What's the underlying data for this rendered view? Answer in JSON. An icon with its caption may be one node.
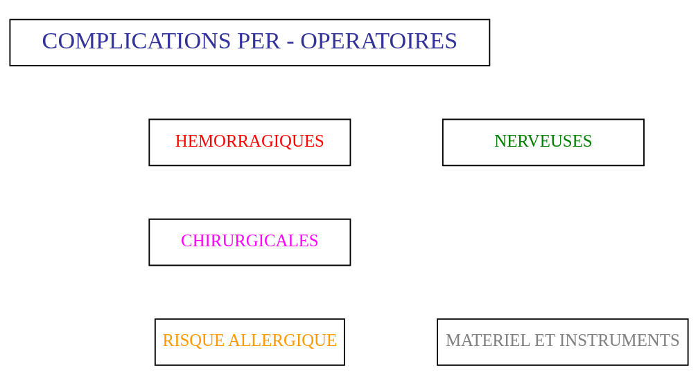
{
  "diagram": {
    "nodes": [
      {
        "text": [
          "COMPLICATIONS PER - OPERATOIRES"
        ]
      },
      {
        "text": [
          "HEMORRAGIQUES"
        ]
      },
      {
        "text": [
          "NERVEUSES"
        ]
      },
      {
        "text": [
          "CHIRURGICALES"
        ]
      },
      {
        "text": [
          "RISQUE ALLERGIQUE"
        ]
      },
      {
        "text": [
          "MATERIEL ET INSTRUMENTS"
        ]
      }
    ],
    "edges": []
  }
}
